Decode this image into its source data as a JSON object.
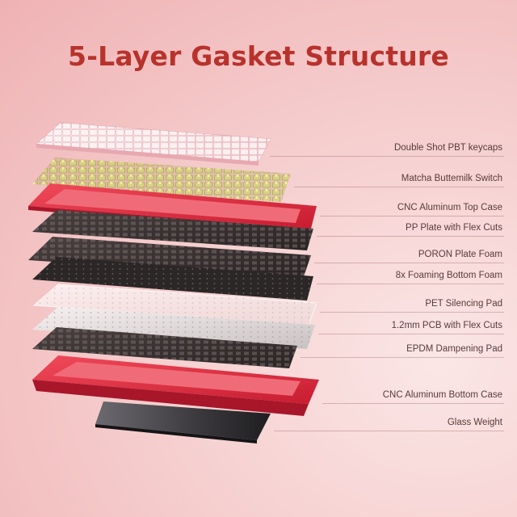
{
  "title": "5-Layer Gasket Structure",
  "colors": {
    "title": "#b8322c",
    "case_red": "#e3253b",
    "keycap_pink": "#f4c4c8",
    "switch_green": "#c9c27a",
    "plate_dark": "#3d3535"
  },
  "layers": [
    {
      "label": "Double Shot PBT keycaps",
      "icon": "keycaps"
    },
    {
      "label": "Matcha Buttemilk Switch",
      "icon": "switches"
    },
    {
      "label": "CNC Aluminum Top Case",
      "icon": "top-case"
    },
    {
      "label": "PP Plate with Flex Cuts",
      "icon": "plate"
    },
    {
      "label": "PORON Plate Foam",
      "icon": "foam"
    },
    {
      "label": "8x Foaming Bottom Foam",
      "icon": "foam"
    },
    {
      "label": "PET Silencing Pad",
      "icon": "pad"
    },
    {
      "label": "1.2mm PCB with Flex Cuts",
      "icon": "pcb"
    },
    {
      "label": "EPDM Dampening Pad",
      "icon": "pad"
    },
    {
      "label": "CNC Aluminum Bottom Case",
      "icon": "bottom-case"
    },
    {
      "label": "Glass Weight",
      "icon": "weight"
    }
  ]
}
